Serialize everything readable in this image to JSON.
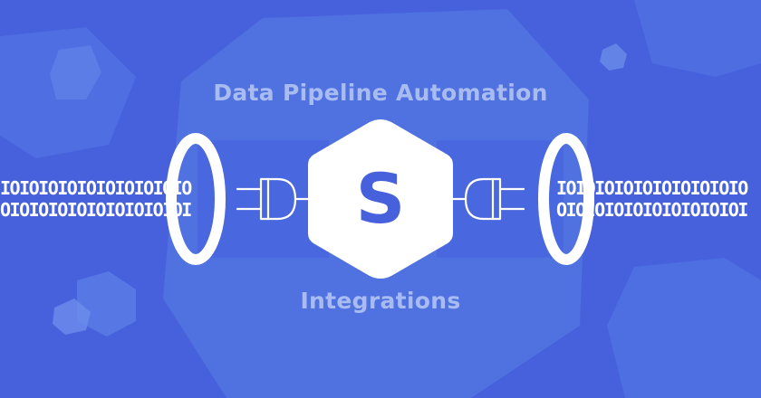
{
  "headline": "Data Pipeline Automation",
  "subline": "Integrations",
  "logo_letter": "S",
  "binary": {
    "left_row_1": "IOIOIOIOIOIOIOIOIOIO",
    "left_row_2": "OIOIOIOIOIOIOIOIOIOI",
    "right_row_1": "IOIOIOIOIOIOIOIOIOIO",
    "right_row_2": "OIOIOIOIOIOIOIOIOIOI"
  },
  "colors": {
    "background": "#4761dd",
    "accent": "#4761dd",
    "title": "#a9bcf2",
    "white": "#ffffff"
  },
  "icons": [
    "hexagon-logo-icon",
    "plug-icon",
    "portal-ring-icon"
  ]
}
